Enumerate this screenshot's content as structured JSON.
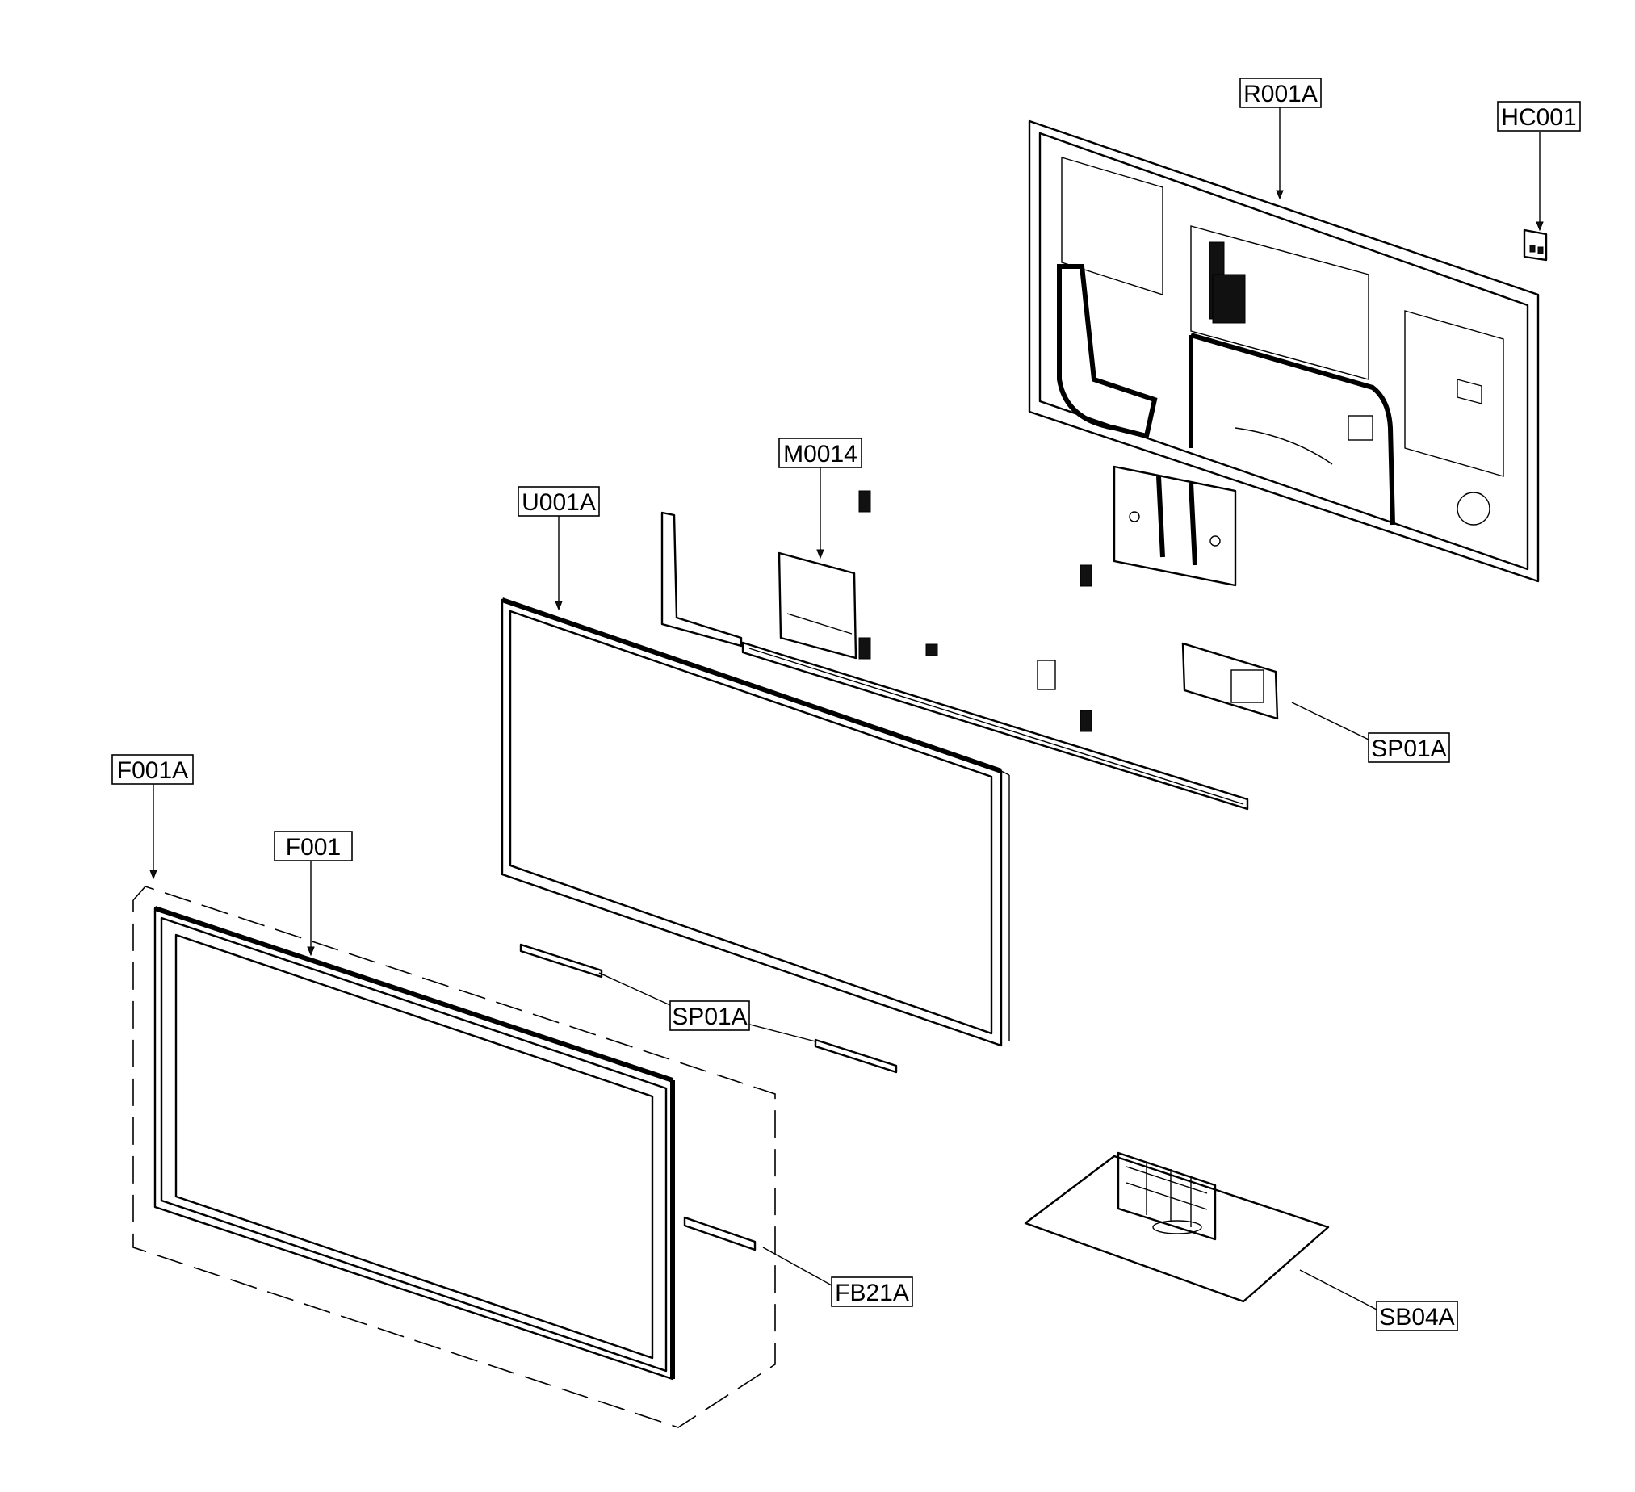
{
  "labels": {
    "r001a": "R001A",
    "hc001": "HC001",
    "m0014": "M0014",
    "u001a": "U001A",
    "f001a": "F001A",
    "f001": "F001",
    "sp01a_right": "SP01A",
    "sp01a_bottom": "SP01A",
    "fb21a": "FB21A",
    "sb04a": "SB04A"
  },
  "colors": {
    "line": "#000000",
    "background": "#ffffff"
  }
}
